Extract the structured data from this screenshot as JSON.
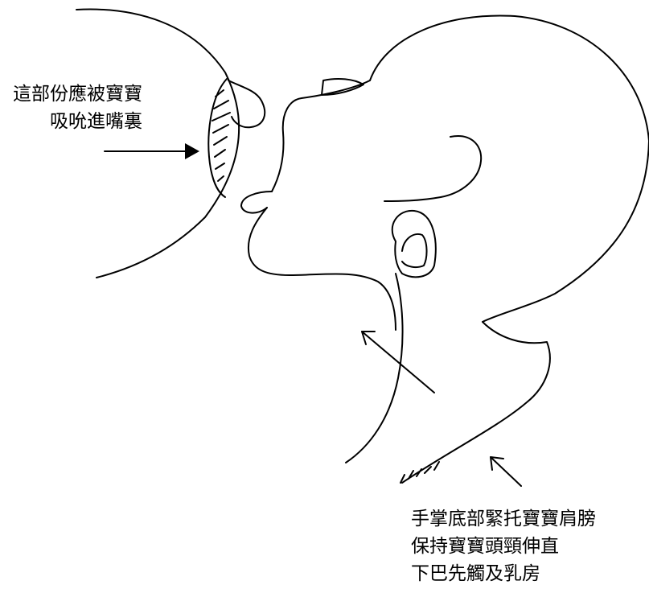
{
  "annotations": {
    "left": {
      "line1": "這部份應被寶寶",
      "line2": "吸吮進嘴裏"
    },
    "right": {
      "line1": "手掌底部緊托寶寶肩膀",
      "line2": "保持寶寶頭頸伸直",
      "line3": "下巴先觸及乳房"
    }
  }
}
